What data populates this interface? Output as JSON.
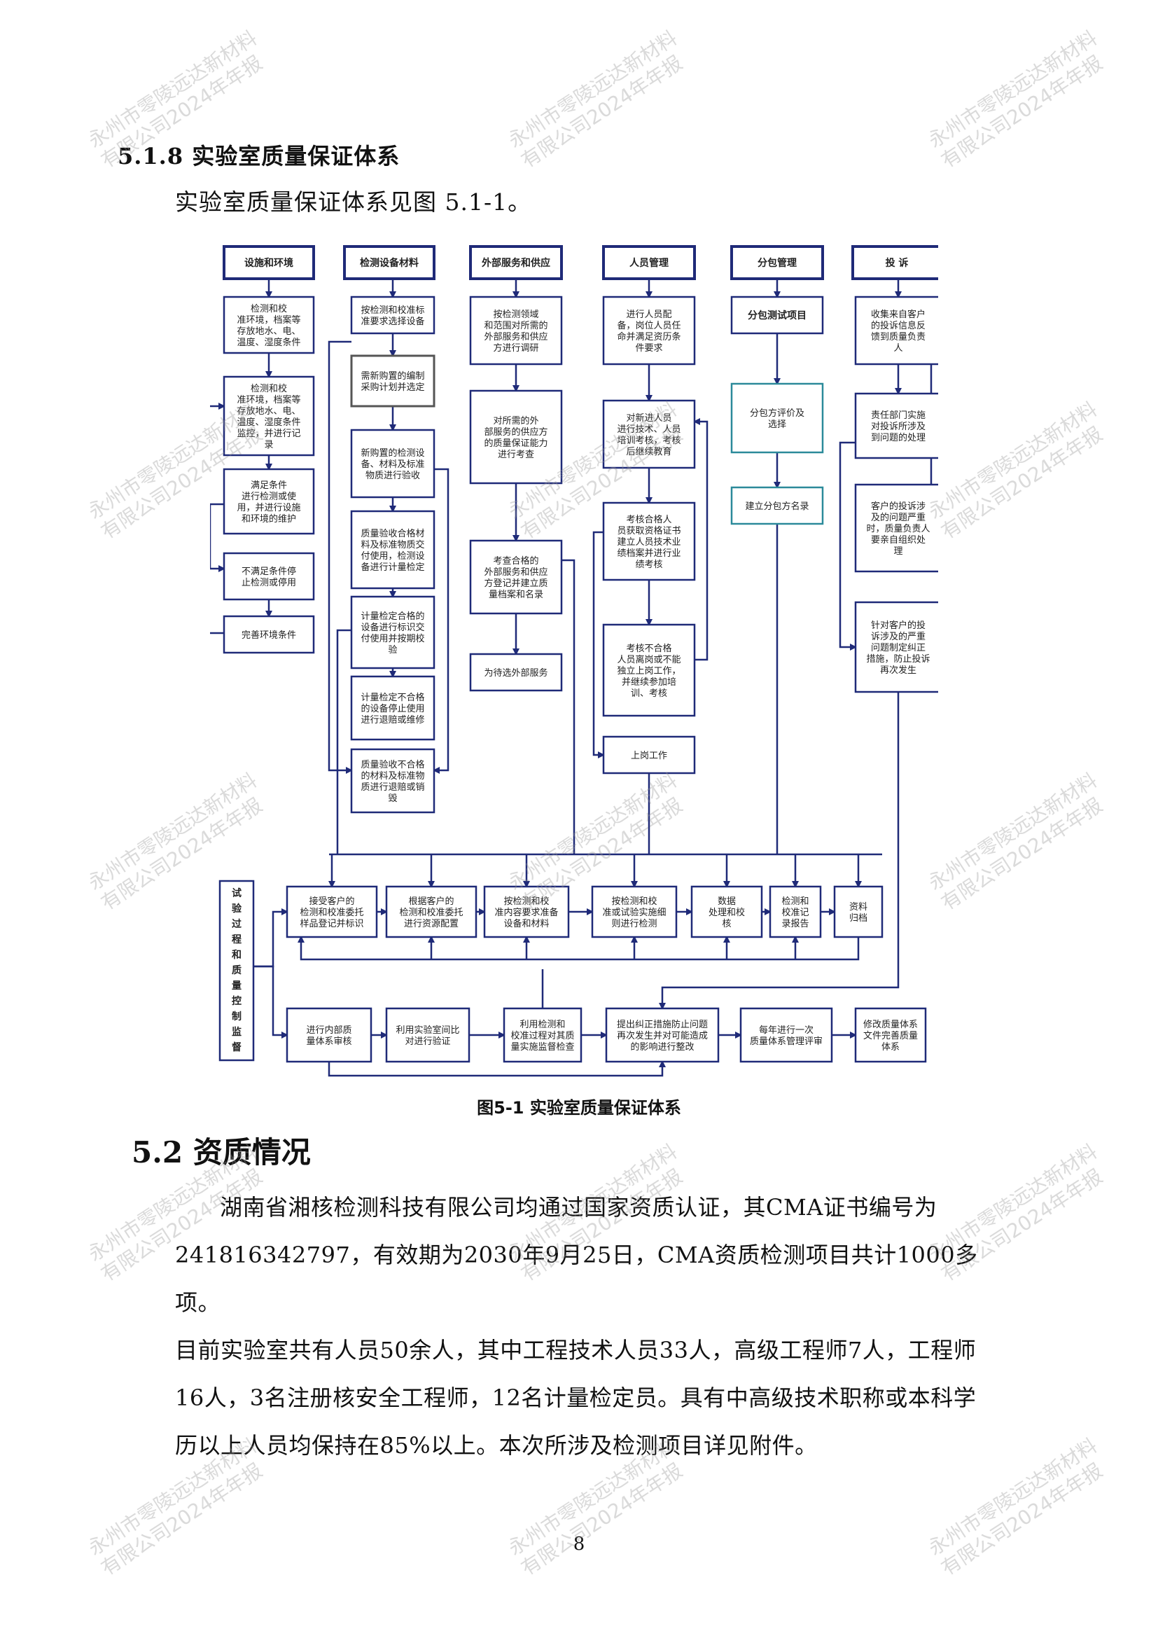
{
  "section_heading": "5.1.8 实验室质量保证体系",
  "intro_text": "实验室质量保证体系见图 5.1-1。",
  "figure": {
    "caption": "图5-1  实验室质量保证体系",
    "column_headers": [
      "设施和环境",
      "检测设备材料",
      "外部服务和供应",
      "人员管理",
      "分包管理",
      "投  诉"
    ],
    "col1": [
      [
        "检测和校",
        "准环境，档案等",
        "存放地水、电、",
        "温度、湿度条件"
      ],
      [
        "检测和校",
        "准环境，档案等",
        "存放地水、电、",
        "温度、湿度条件",
        "监控，并进行记",
        "录"
      ],
      [
        "满足条件",
        "进行检测或使",
        "用，并进行设施",
        "和环境的维护"
      ],
      [
        "不满足条件停",
        "止检测或停用"
      ],
      [
        "完善环境条件"
      ]
    ],
    "col2": [
      [
        "按检测和校准标",
        "准要求选择设备"
      ],
      [
        "需新购置的编制",
        "采购计划并选定"
      ],
      [
        "新购置的检测设",
        "备、材料及标准",
        "物质进行验收"
      ],
      [
        "质量验收合格材",
        "料及标准物质交",
        "付使用，检测设",
        "备进行计量检定"
      ],
      [
        "计量检定合格的",
        "设备进行标识交",
        "付使用并按期校",
        "验"
      ],
      [
        "计量检定不合格",
        "的设备停止使用",
        "进行退赔或维修"
      ],
      [
        "质量验收不合格",
        "的材料及标准物",
        "质进行退赔或销",
        "毁"
      ]
    ],
    "col3": [
      [
        "按检测领域",
        "和范围对所需的",
        "外部服务和供应",
        "方进行调研"
      ],
      [
        "对所需的外",
        "部服务的供应方",
        "的质量保证能力",
        "进行考查"
      ],
      [
        "考查合格的",
        "外部服务和供应",
        "方登记并建立质",
        "量档案和名录"
      ],
      [
        "为待选外部服务"
      ]
    ],
    "col4": [
      [
        "进行人员配",
        "备，岗位人员任",
        "命并满足资历条",
        "件要求"
      ],
      [
        "对新进人员",
        "进行技术、人员",
        "培训考核，考核",
        "后继续教育"
      ],
      [
        "考核合格人",
        "员获取资格证书",
        "建立人员技术业",
        "绩档案并进行业",
        "绩考核"
      ],
      [
        "考核不合格",
        "人员离岗或不能",
        "独立上岗工作，",
        "并继续参加培",
        "训、考核"
      ],
      [
        "上岗工作"
      ]
    ],
    "col5": [
      [
        "分包测试项目"
      ],
      [
        "分包方评价及",
        "选择"
      ],
      [
        "建立分包方名录"
      ]
    ],
    "col6": [
      [
        "收集来自客户",
        "的投诉信息反",
        "馈到质量负责",
        "人"
      ],
      [
        "责任部门实施",
        "对投诉所涉及",
        "到问题的处理"
      ],
      [
        "客户的投诉涉",
        "及的问题严重",
        "时，质量负责人",
        "要亲自组织处",
        "理"
      ],
      [
        "针对客户的投",
        "诉涉及的严重",
        "问题制定纠正",
        "措施，防止投诉",
        "再次发生"
      ]
    ],
    "side_label": "试验过程和质量控制监督",
    "process_row": [
      [
        "接受客户的",
        "检测和校准委托",
        "样品登记并标识"
      ],
      [
        "根据客户的",
        "检测和校准委托",
        "进行资源配置"
      ],
      [
        "按检测和校",
        "准内容要求准备",
        "设备和材料"
      ],
      [
        "按检测和校",
        "准或试验实施细",
        "则进行检测"
      ],
      [
        "数据",
        "处理和校",
        "核"
      ],
      [
        "检测和",
        "校准记",
        "录报告"
      ],
      [
        "资料",
        "归档"
      ]
    ],
    "bottom_row": [
      [
        "进行内部质",
        "量体系审核"
      ],
      [
        "利用实验室间比",
        "对进行验证"
      ],
      [
        "利用检测和",
        "校准过程对其质",
        "量实施监督检查"
      ],
      [
        "提出纠正措施防止问题",
        "再次发生并对可能造成",
        "的影响进行整改"
      ],
      [
        "每年进行一次",
        "质量体系管理评审"
      ],
      [
        "修改质量体系",
        "文件完善质量",
        "体系"
      ]
    ]
  },
  "section2_heading": "5.2 资质情况",
  "paragraph_lines": [
    "湖南省湘核检测科技有限公司均通过国家资质认证，其CMA证书编号为",
    "241816342797，有效期为2030年9月25日，CMA资质检测项目共计1000多项。",
    "目前实验室共有人员50余人，其中工程技术人员33人，高级工程师7人，工程师",
    "16人，3名注册核安全工程师，12名计量检定员。具有中高级技术职称或本科学",
    "历以上人员均保持在85%以上。本次所涉及检测项目详见附件。"
  ],
  "page_number": "8",
  "watermark": [
    "永州市零陵远达新材料",
    "有限公司2024年年报"
  ]
}
